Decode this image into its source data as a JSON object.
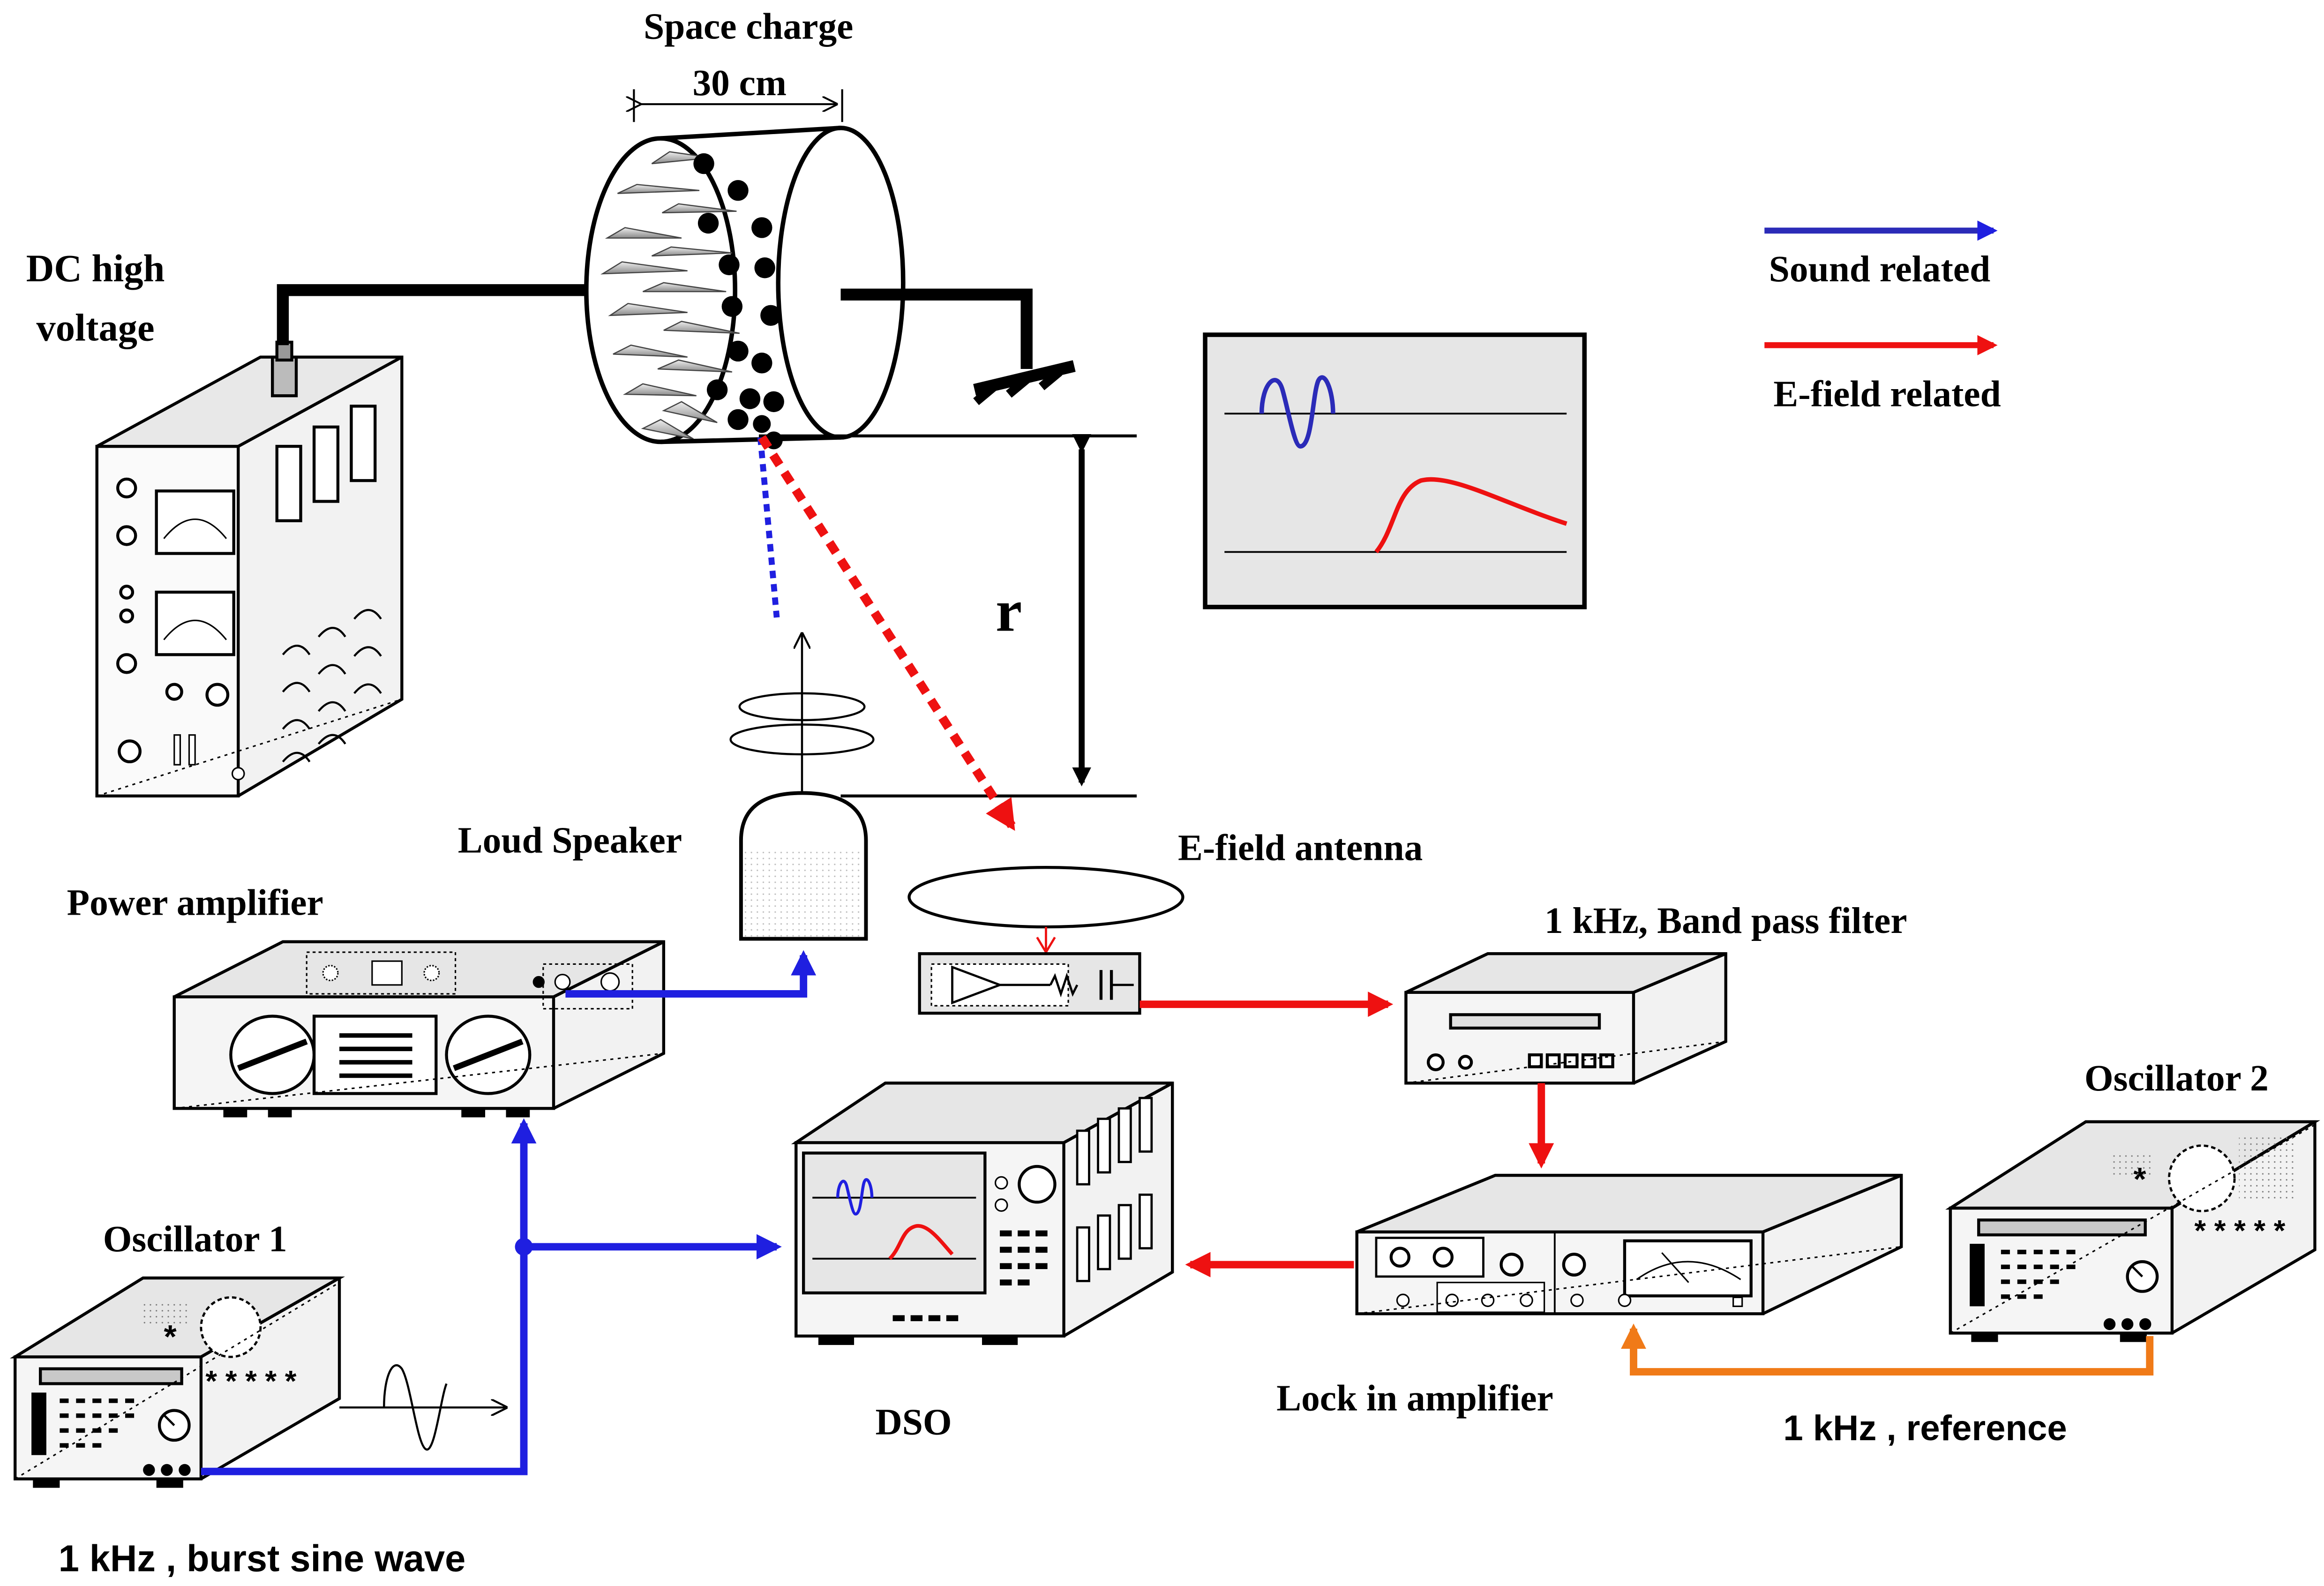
{
  "labels": {
    "space_charge": "Space charge",
    "width_30cm": "30 cm",
    "dc_line1": "DC high",
    "dc_line2": "voltage",
    "sound_related": "Sound related",
    "efield_related": "E-field related",
    "r": "r",
    "loud_speaker": "Loud Speaker",
    "efield_antenna": "E-field antenna",
    "power_amplifier": "Power amplifier",
    "bpf": "1 kHz, Band pass filter",
    "oscillator2": "Oscillator 2",
    "oscillator1": "Oscillator 1",
    "dso": "DSO",
    "lock_in": "Lock in amplifier",
    "reference": "1 kHz , reference",
    "burst": "1 kHz , burst sine wave"
  },
  "colors": {
    "sound": "#1f1fe0",
    "sound_legend": "#2b2bb8",
    "efield": "#ee1111",
    "reference": "#f07a18",
    "device_fill": "#f2f2f2",
    "screen_fill": "#e6e6e6",
    "outline": "#000000"
  },
  "icons": {
    "dc_supply": "dc-high-voltage-supply-icon",
    "corona": "corona-electrode-icon",
    "ground": "ground-icon",
    "speaker": "loud-speaker-icon",
    "antenna": "e-field-antenna-icon",
    "power_amp": "power-amplifier-icon",
    "bpf": "band-pass-filter-icon",
    "lock_in": "lock-in-amplifier-icon",
    "oscillator": "oscillator-icon",
    "dso": "oscilloscope-icon"
  }
}
